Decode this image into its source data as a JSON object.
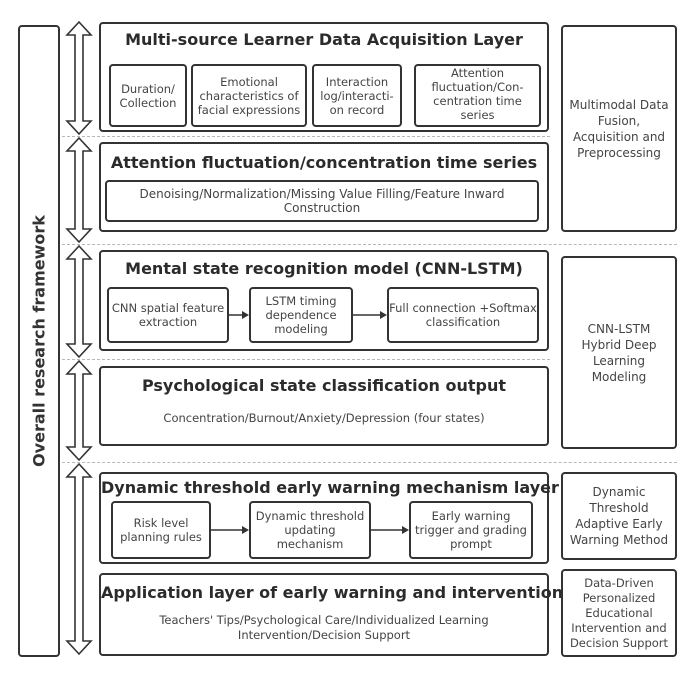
{
  "framework_label": "Overall research framework",
  "layers": [
    {
      "title": "Multi-source Learner Data Acquisition Layer",
      "items": [
        "Duration/ Collection",
        "Emotional characteristics of facial expressions",
        "Interaction log/interacti- on record",
        "Attention fluctuation/Con- centration time series"
      ]
    },
    {
      "title": "Attention fluctuation/concentration time series",
      "items": [
        "Denoising/Normalization/Missing Value Filling/Feature Inward Construction"
      ]
    },
    {
      "title": "Mental state recognition model (CNN-LSTM)",
      "items": [
        "CNN spatial feature extraction",
        "LSTM timing dependence modeling",
        "Full connection +Softmax classification"
      ]
    },
    {
      "title": "Psychological state classification output",
      "description": "Concentration/Burnout/Anxiety/Depression (four states)"
    },
    {
      "title": "Dynamic threshold early warning mechanism layer",
      "items": [
        "Risk level planning rules",
        "Dynamic threshold updating mechanism",
        "Early warning trigger and grading prompt"
      ]
    },
    {
      "title": "Application layer of early warning and intervention",
      "description": "Teachers' Tips/Psychological Care/Individualized Learning Intervention/Decision Support"
    }
  ],
  "side_panels": [
    "Multimodal Data Fusion, Acquisition and Preprocessing",
    "CNN-LSTM Hybrid Deep Learning Modeling",
    "Dynamic Threshold Adaptive Early Warning Method",
    "Data-Driven Personalized Educational Intervention and Decision Support"
  ]
}
